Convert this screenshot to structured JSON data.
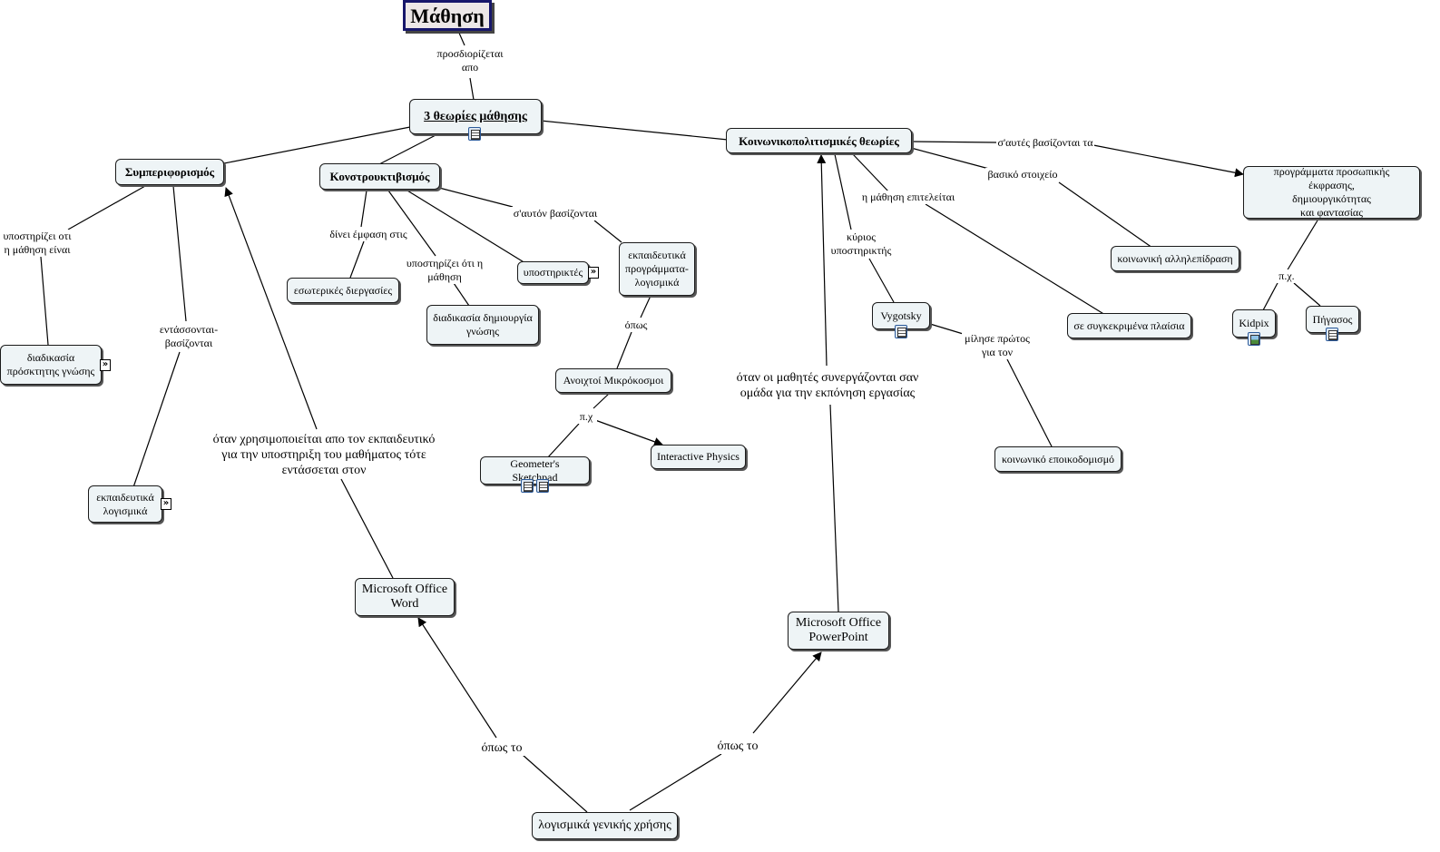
{
  "nodes": {
    "root": "Μάθηση",
    "theories": "3 θεωρίες μάθησης",
    "behaviorism": "Συμπεριφορισμός",
    "constructivism": "Κονστρουκτιβισμός",
    "sociocultural": "Κοινωνικοπολιτισμικές θεωρίες",
    "personal_expression": [
      "προγράμματα προσωπικής έκφρασης,",
      "δημιουργικότητας",
      "και φαντασίας"
    ],
    "social_interaction": "κοινωνική αλληλεπίδραση",
    "specific_contexts": "σε συγκεκριμένα πλαίσια",
    "vygotsky": "Vygotsky",
    "social_construction": "κοινωνικό εποικοδομισμό",
    "kidpix": "Kidpix",
    "pegasus": "Πήγασος",
    "discovery_process": [
      "διαδικασία",
      "πρόσκτητης γνώσης"
    ],
    "edu_software": [
      "εκπαιδευτικά",
      "λογισμικά"
    ],
    "internal_processes": "εσωτερικές διεργασίες",
    "knowledge_creation": [
      "διαδικασία δημιουργία",
      "γνώσης"
    ],
    "supporters": "υποστηρικτές",
    "edu_programs": [
      "εκπαιδευτικά",
      "προγράμματα-",
      "λογισμικά"
    ],
    "microworlds": "Ανοιχτοί Μικρόκοσμοι",
    "geometers_sketchpad": "Geometer's Sketchpad",
    "interactive_physics": "Interactive Physics",
    "ms_word": [
      "Microsoft Office",
      "Word"
    ],
    "ms_powerpoint": [
      "Microsoft Office",
      "PowerPoint"
    ],
    "general_software": "λογισμικά γενικής χρήσης"
  },
  "links": {
    "defined_by": [
      "προσδιορίζεται",
      "απο"
    ],
    "these_based": "σ'αυτές βασίζονται τα",
    "basic_element": "βασικό στοιχείο",
    "learning_done": "η μάθηση επιτελείται",
    "main_supporter": [
      "κύριος",
      "υποστηρικτής"
    ],
    "first_spoke": [
      "μίλησε πρώτος",
      "για τον"
    ],
    "eg_right": "π.χ.",
    "supports_learning": [
      "υποστηρίζει οτι",
      "η μάθηση είναι"
    ],
    "integrated_based": [
      "εντάσσονται-",
      "βασίζονται"
    ],
    "emphasis": "δίνει έμφαση  στις",
    "supports_that": [
      "υποστηρίζει ότι η",
      "μάθηση"
    ],
    "on_it_based": "σ'αυτόν βασίζονται",
    "such_as": "όπως",
    "eg_mid": "π.χ",
    "when_used": [
      "όταν χρησιμοποιείται απο τον εκπαιδευτικό",
      "για την υποστηριξη του μαθήματος τότε",
      "εντάσσεται στον"
    ],
    "when_students": [
      "όταν οι μαθητές συνεργάζονται σαν",
      "ομάδα για την εκπόνηση εργασίας"
    ],
    "like_left": "όπως το",
    "like_right": "όπως το"
  },
  "icons": {
    "resource": "document-resource-icon",
    "image": "image-resource-icon",
    "expand": "expand-submap-icon"
  },
  "colors": {
    "node_fill": "#eef4f6",
    "root_border": "#17176b",
    "root_fill": "#ece7e7"
  }
}
